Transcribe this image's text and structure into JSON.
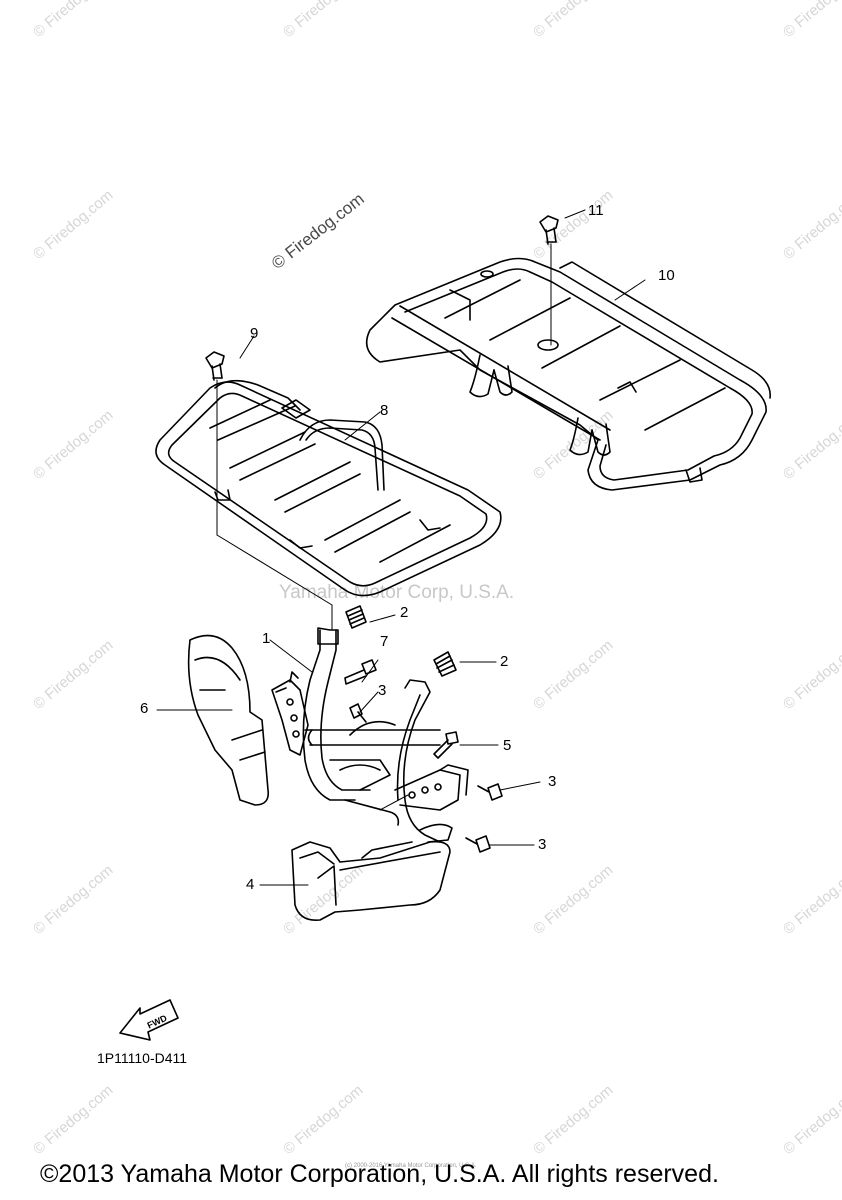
{
  "watermarks": {
    "tile_text": "© Firedog.com",
    "main_text": "© Firedog.com",
    "corp_text": "Yamaha Motor Corp, U.S.A."
  },
  "callouts": {
    "c1": "1",
    "c2a": "2",
    "c2b": "2",
    "c3a": "3",
    "c3b": "3",
    "c3c": "3",
    "c4": "4",
    "c5": "5",
    "c6": "6",
    "c7": "7",
    "c8": "8",
    "c9": "9",
    "c10": "10",
    "c11": "11"
  },
  "fwd_label": "FWD",
  "diagram_code": "1P11110-D411",
  "copyright": "©2013 Yamaha Motor Corporation, U.S.A. All rights reserved.",
  "tiny_note": "(c) 2000-2016 Yamaha Motor Corporation, U.S.A."
}
